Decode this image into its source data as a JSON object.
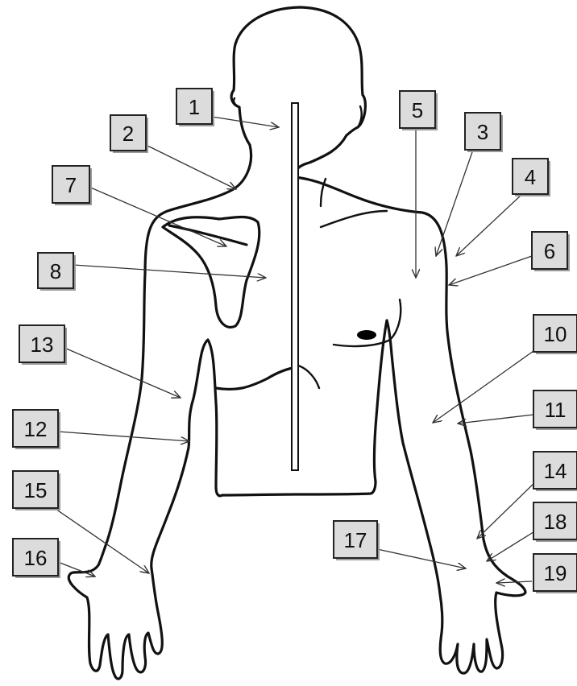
{
  "figure": {
    "style": {
      "label_fill": "#dcdcdc",
      "box_shadow": "#9a9a9a",
      "outline": "#111111",
      "nipple": "#000000",
      "divider_fill": "#ffffff"
    }
  },
  "labels": [
    {
      "id": "1",
      "text": "1"
    },
    {
      "id": "2",
      "text": "2"
    },
    {
      "id": "3",
      "text": "3"
    },
    {
      "id": "4",
      "text": "4"
    },
    {
      "id": "5",
      "text": "5"
    },
    {
      "id": "6",
      "text": "6"
    },
    {
      "id": "7",
      "text": "7"
    },
    {
      "id": "8",
      "text": "8"
    },
    {
      "id": "10",
      "text": "10"
    },
    {
      "id": "11",
      "text": "11"
    },
    {
      "id": "12",
      "text": "12"
    },
    {
      "id": "13",
      "text": "13"
    },
    {
      "id": "14",
      "text": "14"
    },
    {
      "id": "15",
      "text": "15"
    },
    {
      "id": "16",
      "text": "16"
    },
    {
      "id": "17",
      "text": "17"
    },
    {
      "id": "18",
      "text": "18"
    },
    {
      "id": "19",
      "text": "19"
    }
  ]
}
